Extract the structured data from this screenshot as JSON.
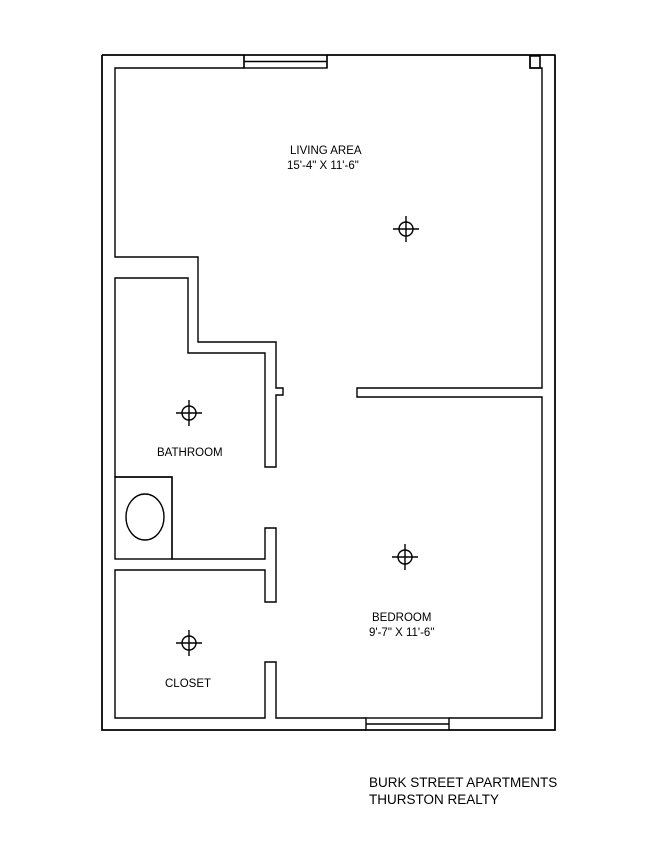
{
  "rooms": {
    "living": {
      "name": "LIVING AREA",
      "dims": "15'-4\" X 11'-6\""
    },
    "bathroom": {
      "name": "BATHROOM"
    },
    "bedroom": {
      "name": "BEDROOM",
      "dims": "9'-7\" X 11'-6\""
    },
    "closet": {
      "name": "CLOSET"
    }
  },
  "title_block": {
    "line1": "BURK STREET APARTMENTS",
    "line2": "THURSTON REALTY"
  },
  "colors": {
    "line": "#000000",
    "background": "#ffffff"
  },
  "fixture_icons": [
    "ceiling-light-icon",
    "toilet-icon"
  ]
}
